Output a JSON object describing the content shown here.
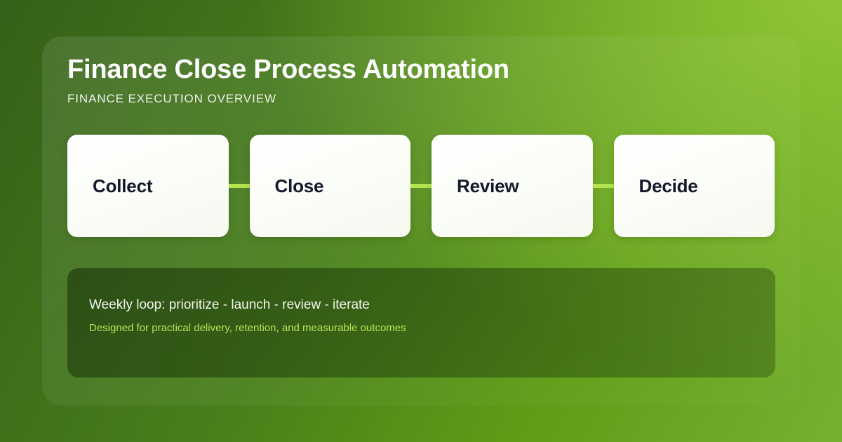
{
  "header": {
    "title": "Finance Close Process Automation",
    "subtitle": "FINANCE EXECUTION OVERVIEW"
  },
  "steps": [
    {
      "label": "Collect"
    },
    {
      "label": "Close"
    },
    {
      "label": "Review"
    },
    {
      "label": "Decide"
    }
  ],
  "footer": {
    "primary": "Weekly loop: prioritize - launch - review - iterate",
    "secondary": "Designed for practical delivery, retention, and measurable outcomes"
  },
  "colors": {
    "background_dark": "#35601a",
    "background_light": "#76b130",
    "accent_line": "#b4e54f",
    "accent_text": "#b8e356",
    "card_surface": "#fbfdf8",
    "card_text": "#131a2c",
    "footer_surface": "#2f5215",
    "title_text": "#ffffff"
  }
}
